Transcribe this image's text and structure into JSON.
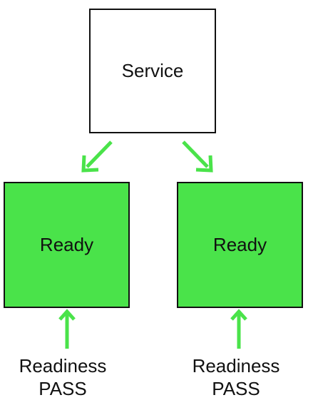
{
  "service": {
    "label": "Service"
  },
  "pods": [
    {
      "label": "Ready",
      "probe": {
        "line1": "Readiness",
        "line2": "PASS"
      }
    },
    {
      "label": "Ready",
      "probe": {
        "line1": "Readiness",
        "line2": "PASS"
      }
    }
  ],
  "colors": {
    "pod_fill": "#4ae34a",
    "arrow": "#4ae34a",
    "border": "#111111"
  }
}
